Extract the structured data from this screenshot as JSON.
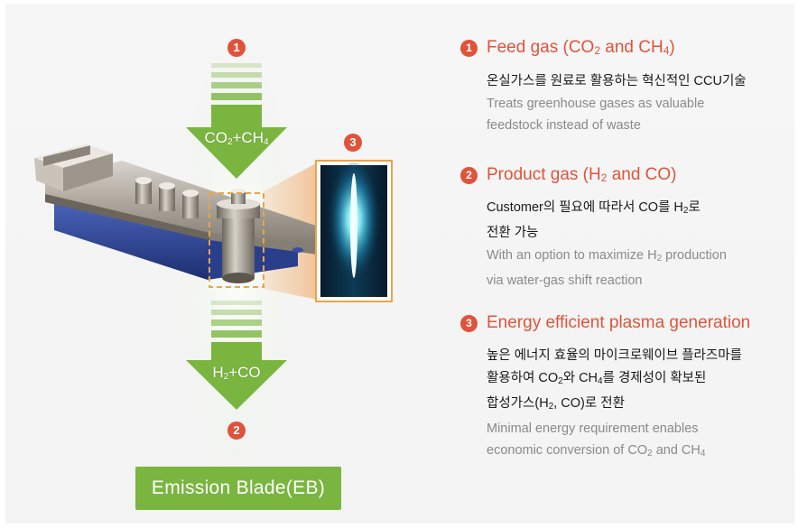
{
  "diagram": {
    "markers": [
      "1",
      "2",
      "3"
    ],
    "arrow_top_label_parts": [
      "CO",
      "2",
      "+CH",
      "4"
    ],
    "arrow_bottom_label_parts": [
      "H",
      "2",
      "+CO"
    ],
    "button_label": "Emission Blade(EB)"
  },
  "sections": [
    {
      "num": "1",
      "title_parts": [
        "Feed gas (CO",
        "2",
        " and CH",
        "4",
        ")"
      ],
      "ko_lines": [
        [
          "온실가스를 원료로 활용하는 혁신적인 CCU기술"
        ]
      ],
      "en_lines": [
        [
          "Treats greenhouse gases as valuable"
        ],
        [
          "feedstock instead of waste"
        ]
      ]
    },
    {
      "num": "2",
      "title_parts": [
        "Product gas (H",
        "2",
        " and CO)"
      ],
      "ko_lines": [
        [
          "Customer의 필요에 따라서 CO를 H",
          "2",
          "로"
        ],
        [
          "전환 가능"
        ]
      ],
      "en_lines": [
        [
          "With an option to maximize H",
          "2",
          " production"
        ],
        [
          "via water-gas shift reaction"
        ]
      ]
    },
    {
      "num": "3",
      "title_parts": [
        "Energy efficient plasma generation"
      ],
      "ko_lines": [
        [
          "높은 에너지 효율의 마이크로웨이브 플라즈마를"
        ],
        [
          "활용하여 CO",
          "2",
          "와 CH",
          "4",
          "를 경제성이 확보된"
        ],
        [
          "합성가스(H",
          "2",
          ", CO)로 전환"
        ]
      ],
      "en_lines": [
        [
          "Minimal energy requirement enables"
        ],
        [
          "economic conversion of CO",
          "2",
          " and CH",
          "4"
        ]
      ]
    }
  ],
  "colors": {
    "accent_red": "#e0533b",
    "arrow_green": "#7ab540",
    "button_green": "#7ab540",
    "plasma_cyan": "#3fd4ee",
    "highlight_orange": "#e8a44a"
  }
}
